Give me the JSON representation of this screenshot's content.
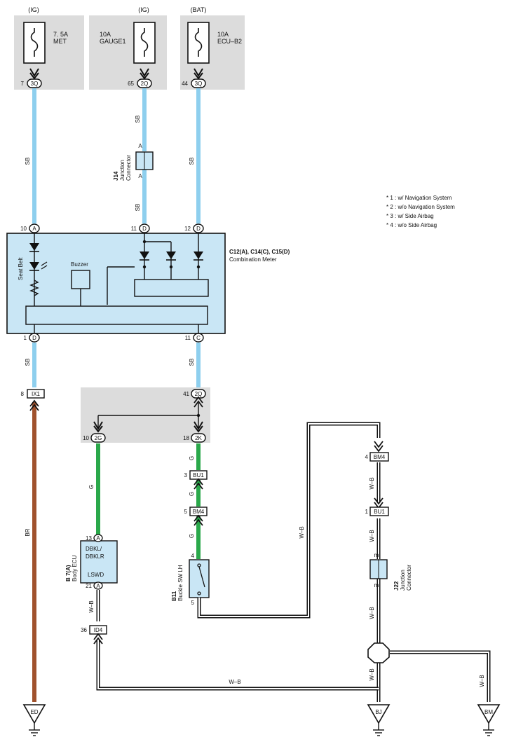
{
  "fuses": [
    {
      "source": "(IG)",
      "rating": "7. 5A",
      "name": "MET",
      "pin": "7",
      "connector": "3Q"
    },
    {
      "source": "(IG)",
      "rating": "10A",
      "name": "GAUGE1",
      "pin": "65",
      "connector": "2Q"
    },
    {
      "source": "(BAT)",
      "rating": "10A",
      "name": "ECU–B2",
      "pin": "44",
      "connector": "3Q"
    }
  ],
  "wire_colors": {
    "sb": "SB",
    "g": "G",
    "br": "BR",
    "wb": "W–B"
  },
  "j14": {
    "id": "J14",
    "name": "Junction",
    "name2": "Connector",
    "pin_top": "A",
    "pin_bottom": "A"
  },
  "j22": {
    "id": "J22",
    "name": "Junction",
    "name2": "Connector",
    "pin_top": "m",
    "pin_bottom": "m"
  },
  "legend": [
    "* 1 : w/ Navigation System",
    "* 2 : w/o Navigation System",
    "* 3 : w/ Side Airbag",
    "* 4 : w/o Side Airbag"
  ],
  "meter": {
    "ids": "C12(A), C14(C), C15(D)",
    "name": "Combination Meter",
    "seat_belt": "Seat Belt",
    "buzzer": "Buzzer",
    "pins_top": [
      {
        "num": "10",
        "conn": "A"
      },
      {
        "num": "11",
        "conn": "D"
      },
      {
        "num": "12",
        "conn": "D"
      }
    ],
    "pins_bottom": [
      {
        "num": "1",
        "conn": "D"
      },
      {
        "num": "11",
        "conn": "C"
      }
    ]
  },
  "connectors": {
    "ix1": {
      "pin": "8",
      "name": "IX1"
    },
    "bm4_right": {
      "pin": "4",
      "name": "BM4"
    },
    "bu1_right": {
      "pin": "1",
      "name": "BU1"
    },
    "bu1": {
      "pin": "3",
      "name": "BU1"
    },
    "bm4": {
      "pin": "5",
      "name": "BM4"
    },
    "id4": {
      "pin": "36",
      "name": "ID4"
    }
  },
  "junction_block": {
    "in_pin": "41",
    "in_conn": "2Q",
    "out_left_pin": "10",
    "out_left_conn": "2G",
    "out_right_pin": "18",
    "out_right_conn": "2K"
  },
  "body_ecu": {
    "id": "B 7(A)",
    "name": "Body ECU",
    "terminal1": "DBKL/",
    "terminal2": "DBKLR",
    "terminal3": "LSWD",
    "pin_top": "13",
    "conn_top": "A",
    "pin_bottom": "21",
    "conn_bottom": "A"
  },
  "buckle": {
    "id": "B11",
    "name": "Buckle SW LH",
    "pin_top": "4",
    "pin_bottom": "5"
  },
  "grounds": [
    "ED",
    "BJ",
    "BM"
  ],
  "colors": {
    "sb": "#8ecfee",
    "g": "#2aa84a",
    "br": "#a0522d",
    "box": "#c9e6f5",
    "gray": "#dcdcdc"
  }
}
